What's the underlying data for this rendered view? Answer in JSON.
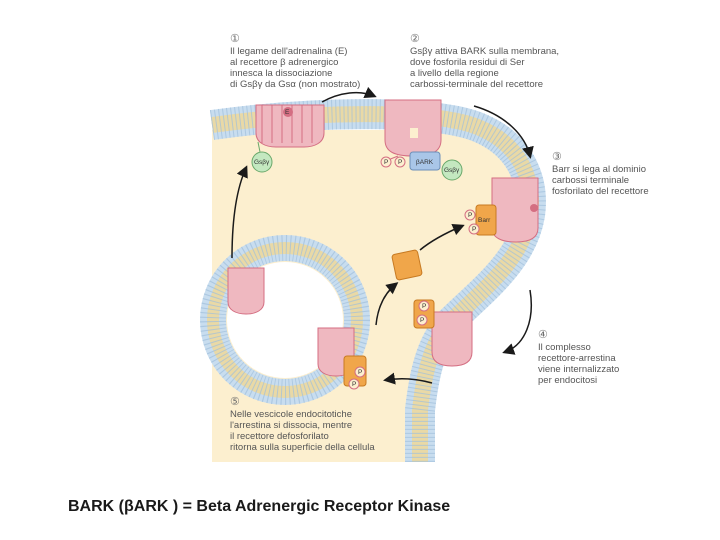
{
  "steps": [
    {
      "num": "①",
      "lines": [
        "Il legame dell'adrenalina (E)",
        "al recettore β adrenergico",
        "innesca la dissociazione",
        "di Gsβγ da Gsα (non mostrato)"
      ]
    },
    {
      "num": "②",
      "lines": [
        "Gsβγ attiva BARK sulla membrana,",
        "dove fosforila residui di Ser",
        "a livello della regione",
        "carbossi-terminale del recettore"
      ]
    },
    {
      "num": "③",
      "lines": [
        "Barr si lega al dominio",
        "carbossi terminale",
        "fosforilato del recettore"
      ]
    },
    {
      "num": "④",
      "lines": [
        "Il complesso",
        "recettore-arrestina",
        "viene internalizzato",
        "per endocitosi"
      ]
    },
    {
      "num": "⑤",
      "lines": [
        "Nelle vescicole endocitotiche",
        "l'arrestina si dissocia, mentre",
        "il recettore defosforilato",
        "ritorna sulla superficie della cellula"
      ]
    }
  ],
  "labels": {
    "epinephrine": "E",
    "gbg": "Gsβγ",
    "bark": "βARK",
    "phos": "P",
    "barr": "Barr"
  },
  "colors": {
    "cytoplasm": "#fcefcf",
    "lipid_head": "#c8ddef",
    "receptor": "#efb8c0",
    "receptor_outline": "#d46e82",
    "arrestin": "#f0a64a",
    "gbg": "#c4e8c0",
    "bark": "#a9c6e8",
    "arrow": "#1a1a1a"
  },
  "footer": "BARK (βARK ) = Beta Adrenergic Receptor Kinase"
}
